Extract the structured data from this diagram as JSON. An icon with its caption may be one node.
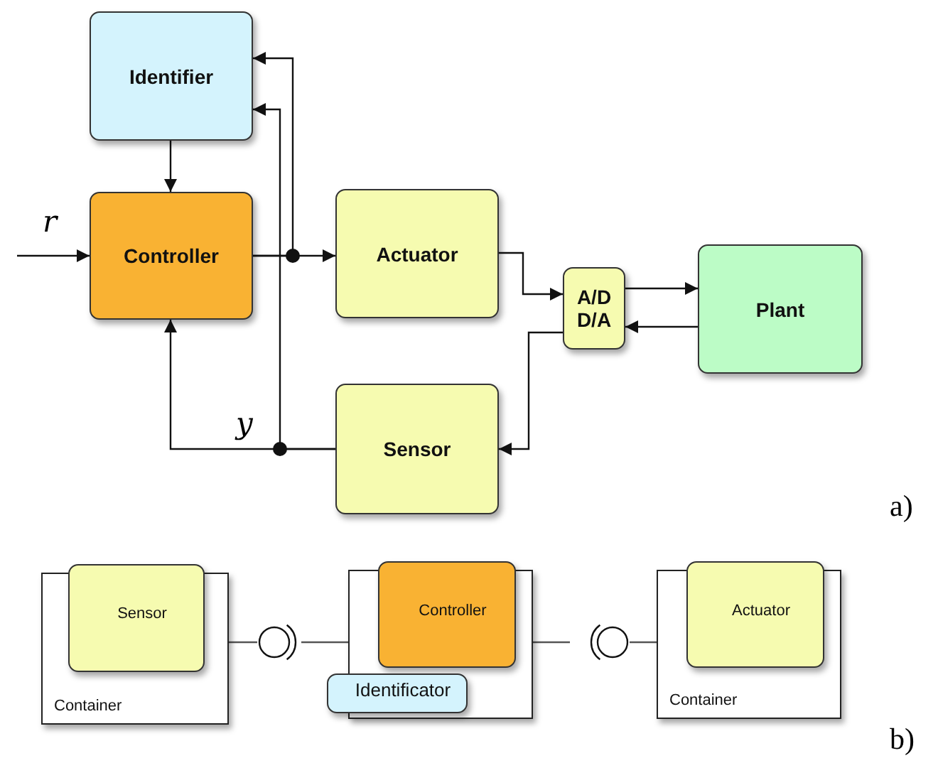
{
  "diagram": {
    "nodes": [
      {
        "text": [
          "Identifier"
        ]
      },
      {
        "text": [
          "Controller"
        ]
      },
      {
        "text": [
          "Actuator"
        ]
      },
      {
        "text": [
          "A/D D/A"
        ]
      },
      {
        "text": [
          "Plant"
        ]
      },
      {
        "text": [
          "Sensor"
        ]
      },
      {
        "text": [
          "Container"
        ]
      },
      {
        "text": [
          "Sensor"
        ],
        "in": 6
      },
      {
        "text": [],
        "shape": "circle"
      },
      {
        "text": [],
        "shape": "box"
      },
      {
        "text": [
          "Controller"
        ],
        "in": 9
      },
      {
        "text": [
          "Identificator"
        ],
        "in": 9
      },
      {
        "text": [],
        "shape": "circle"
      },
      {
        "text": [
          "Container"
        ]
      },
      {
        "text": [
          "Actuator"
        ],
        "in": 13
      }
    ],
    "edges": [
      {
        "from": null,
        "to": 1,
        "arrow": "to",
        "label": "r"
      },
      {
        "from": 0,
        "to": 1,
        "arrow": "to"
      },
      {
        "from": 1,
        "to": 2,
        "arrow": "to"
      },
      {
        "from": 1,
        "to": 0,
        "arrow": "to"
      },
      {
        "from": 2,
        "to": 3,
        "arrow": "to"
      },
      {
        "from": 3,
        "to": 4,
        "arrow": "to"
      },
      {
        "from": 4,
        "to": 3,
        "arrow": "to"
      },
      {
        "from": 3,
        "to": 5,
        "arrow": "to"
      },
      {
        "from": 5,
        "to": 1,
        "arrow": "to",
        "label": "y"
      },
      {
        "from": 5,
        "to": 0,
        "arrow": "to"
      },
      {
        "from": 6,
        "to": 8,
        "arrow": "none"
      },
      {
        "from": 8,
        "to": 9,
        "arrow": "none"
      },
      {
        "from": 9,
        "to": 12,
        "arrow": "none"
      },
      {
        "from": 12,
        "to": 13,
        "arrow": "none"
      }
    ],
    "labels": [
      "a)",
      "b)"
    ]
  }
}
